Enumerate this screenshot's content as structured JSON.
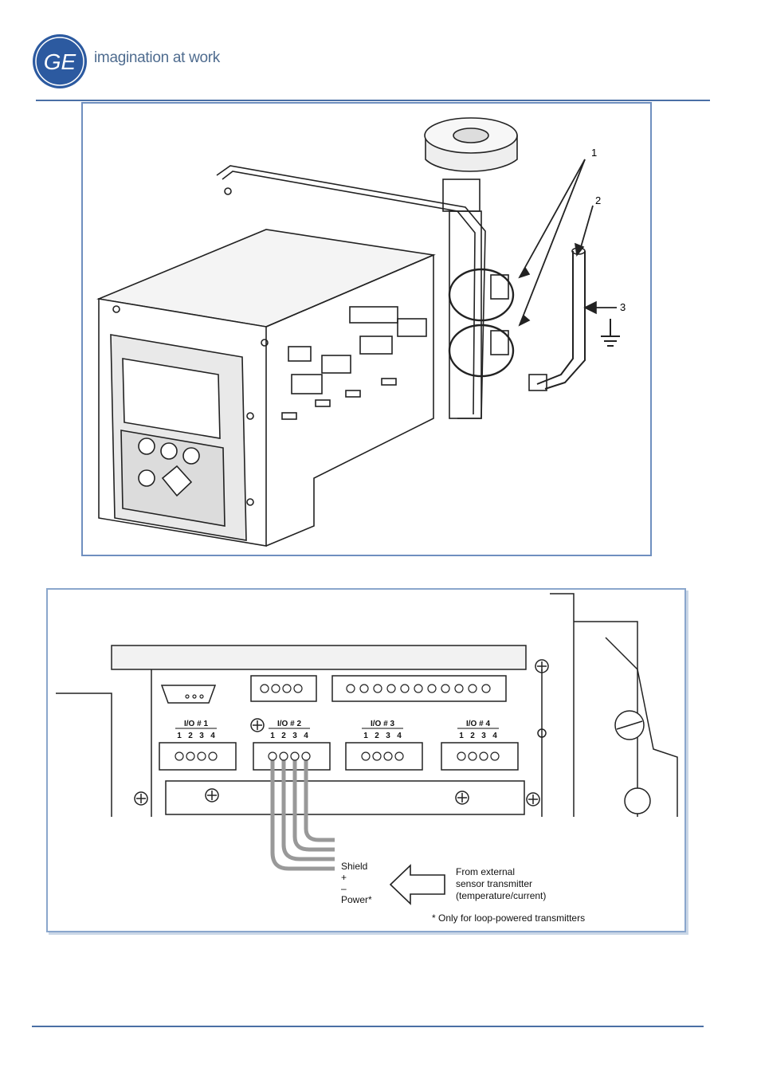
{
  "header": {
    "logo_text": "GE",
    "tagline": "imagination at work",
    "brand_color": "#2c5aa0"
  },
  "figure1": {
    "callouts": [
      "1",
      "2",
      "3"
    ]
  },
  "figure2": {
    "io_labels": [
      "I/O # 1",
      "I/O # 2",
      "I/O # 3",
      "I/O # 4"
    ],
    "pin_numbers": [
      "1",
      "2",
      "3",
      "4"
    ],
    "wire_labels": [
      "Shield",
      "+",
      "–",
      "Power*"
    ],
    "source_label": [
      "From external",
      "sensor transmitter",
      "(temperature/current)"
    ],
    "footnote": "* Only for loop-powered transmitters"
  },
  "colors": {
    "rule": "#4a6fa5",
    "frame": "#6f8fbf",
    "line": "#222222"
  }
}
